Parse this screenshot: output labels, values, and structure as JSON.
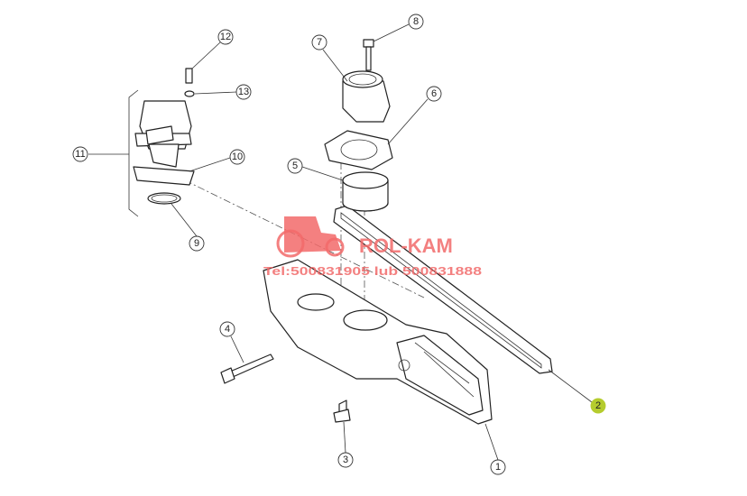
{
  "watermark": {
    "brand": "ROL-KAM",
    "phone": "Tel:500831905 lub 500831888"
  },
  "callouts": [
    {
      "id": "1",
      "label": "1"
    },
    {
      "id": "2",
      "label": "2",
      "highlight": "#b5cc2e"
    },
    {
      "id": "3",
      "label": "3"
    },
    {
      "id": "4",
      "label": "4"
    },
    {
      "id": "5",
      "label": "5"
    },
    {
      "id": "6",
      "label": "6"
    },
    {
      "id": "7",
      "label": "7"
    },
    {
      "id": "8",
      "label": "8"
    },
    {
      "id": "9",
      "label": "9"
    },
    {
      "id": "10",
      "label": "10"
    },
    {
      "id": "11",
      "label": "11"
    },
    {
      "id": "12",
      "label": "12"
    },
    {
      "id": "13",
      "label": "13"
    }
  ]
}
